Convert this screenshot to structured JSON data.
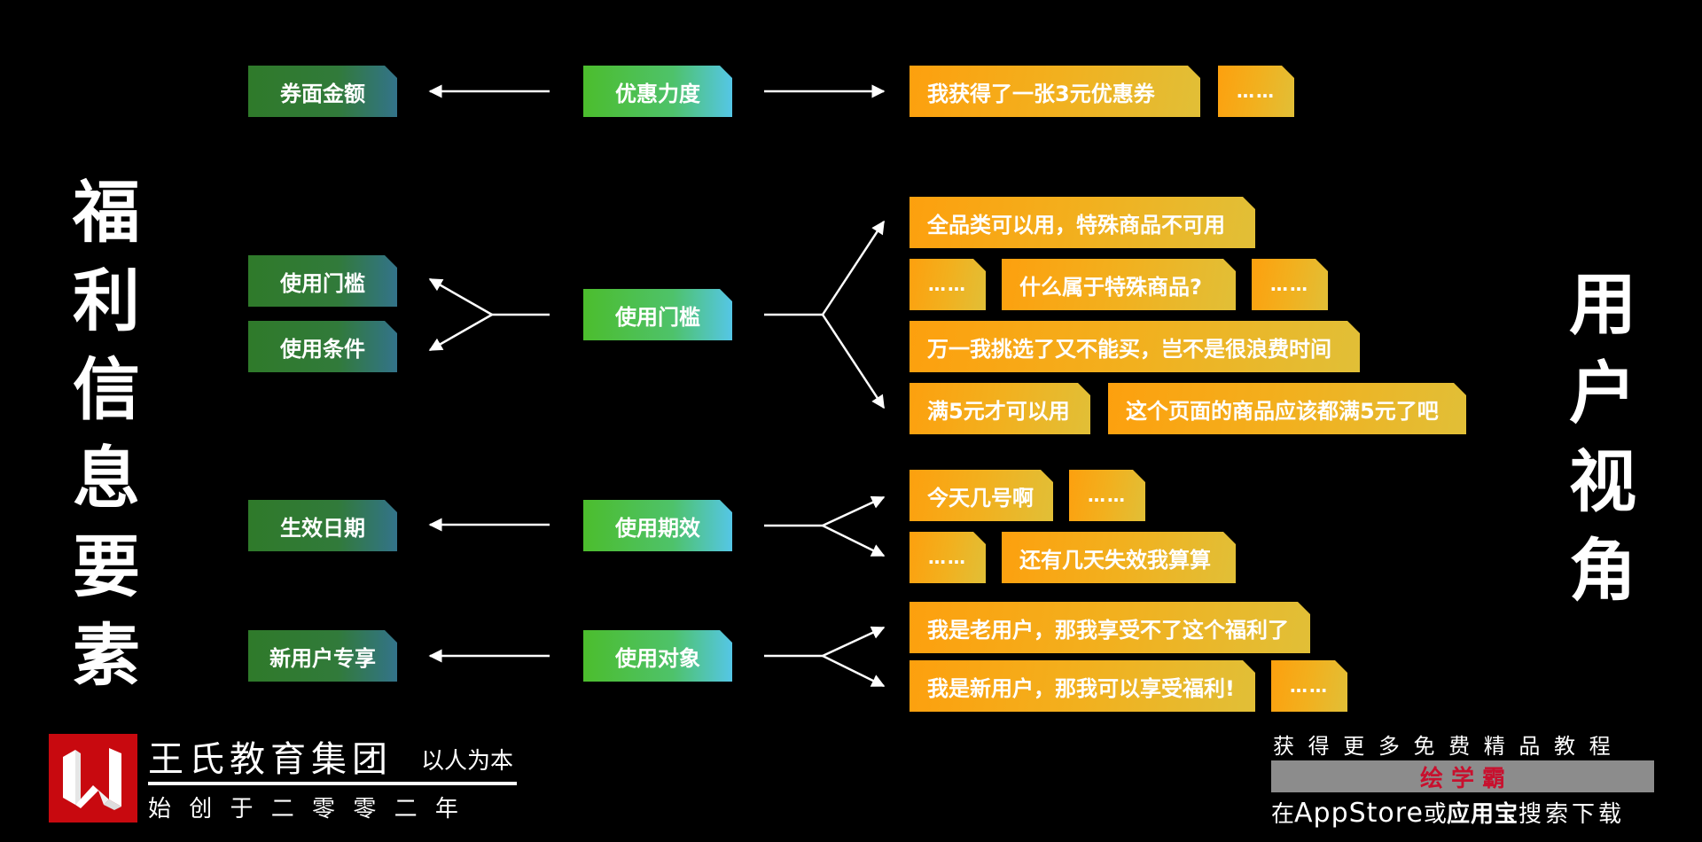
{
  "left_title": [
    "福",
    "利",
    "信",
    "息",
    "要",
    "素"
  ],
  "right_title": [
    "用",
    "户",
    "视",
    "角"
  ],
  "rows": [
    {
      "center": "优惠力度",
      "left": [
        "券面金额"
      ],
      "right_lines": [
        [
          "我获得了一张3元优惠券",
          "……"
        ]
      ]
    },
    {
      "center": "使用门槛",
      "left": [
        "使用门槛",
        "使用条件"
      ],
      "right_lines": [
        [
          "全品类可以用，特殊商品不可用"
        ],
        [
          "……",
          "什么属于特殊商品?",
          "……"
        ],
        [
          "万一我挑选了又不能买，岂不是很浪费时间"
        ],
        [
          "满5元才可以用",
          "这个页面的商品应该都满5元了吧"
        ]
      ]
    },
    {
      "center": "使用期效",
      "left": [
        "生效日期"
      ],
      "right_lines": [
        [
          "今天几号啊",
          "……"
        ],
        [
          "……",
          "还有几天失效我算算"
        ]
      ]
    },
    {
      "center": "使用对象",
      "left": [
        "新用户专享"
      ],
      "right_lines": [
        [
          "我是老用户，那我享受不了这个福利了"
        ],
        [
          "我是新用户，那我可以享受福利!",
          "……"
        ]
      ]
    }
  ],
  "brand": {
    "name": "王氏教育集团",
    "slogan": "以人为本",
    "founded": "始 创 于 二 零 零 二 年",
    "logo_letter": "W"
  },
  "promo": {
    "line1": "获 得 更 多 免 费 精 品 教 程",
    "app_name": "绘 学 霸",
    "line3_prefix": "在",
    "line3_store": "AppStore",
    "line3_or": "或",
    "line3_market": "应用宝",
    "line3_suffix": "搜索下载"
  },
  "colors": {
    "background": "#000000",
    "dark_green": "#2f7a2a",
    "bright_green": "#4cbd2d",
    "orange": "#fda00e",
    "logo_red": "#c8090f",
    "app_red": "#c8102e"
  }
}
